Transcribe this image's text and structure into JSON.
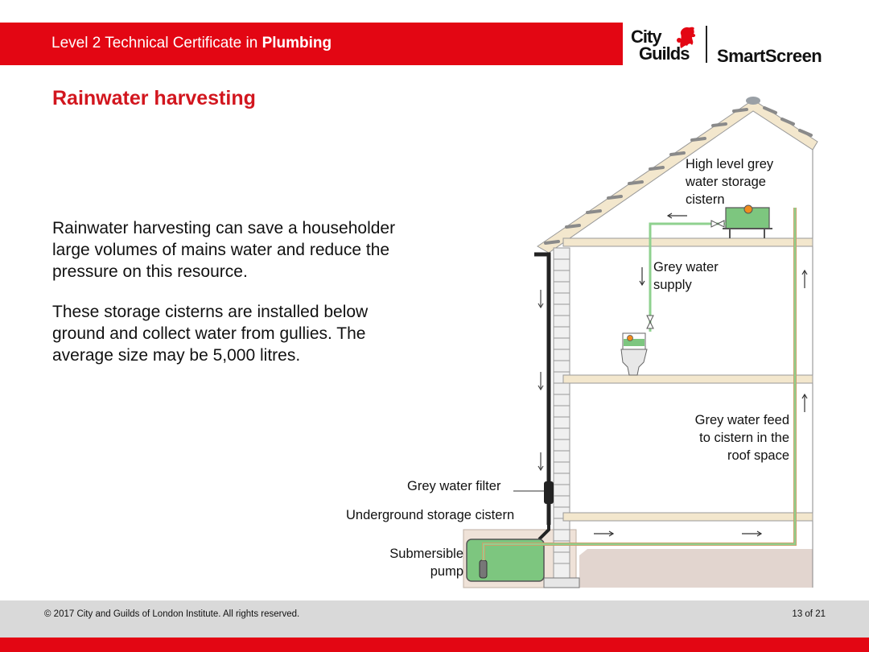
{
  "header": {
    "course_prefix": "Level 2 Technical Certificate in ",
    "course_subject": "Plumbing",
    "logo_city": "City",
    "logo_guilds": "Guilds",
    "logo_product": "SmartScreen"
  },
  "slide": {
    "title": "Rainwater harvesting",
    "paragraphs": [
      "Rainwater harvesting can save a householder large volumes of mains water and reduce the pressure on this resource.",
      "These storage cisterns are installed below ground and collect water from gullies. The average size may be 5,000 litres."
    ]
  },
  "diagram": {
    "labels": {
      "high_level_cistern": [
        "High level grey",
        "water storage",
        "cistern"
      ],
      "grey_water_supply": [
        "Grey water",
        "supply"
      ],
      "grey_water_feed": [
        "Grey water feed",
        "to cistern in the",
        "roof space"
      ],
      "grey_water_filter": "Grey water filter",
      "underground_cistern": "Underground storage cistern",
      "submersible_pump": [
        "Submersible",
        "pump"
      ]
    }
  },
  "footer": {
    "copyright": "© 2017 City and Guilds of London Institute. All rights reserved.",
    "page_indicator": "13 of 21"
  },
  "colors": {
    "brand_red": "#e30613",
    "title_red": "#d2161e",
    "water_green": "#7dc67f",
    "footer_grey": "#d9d9d9"
  }
}
